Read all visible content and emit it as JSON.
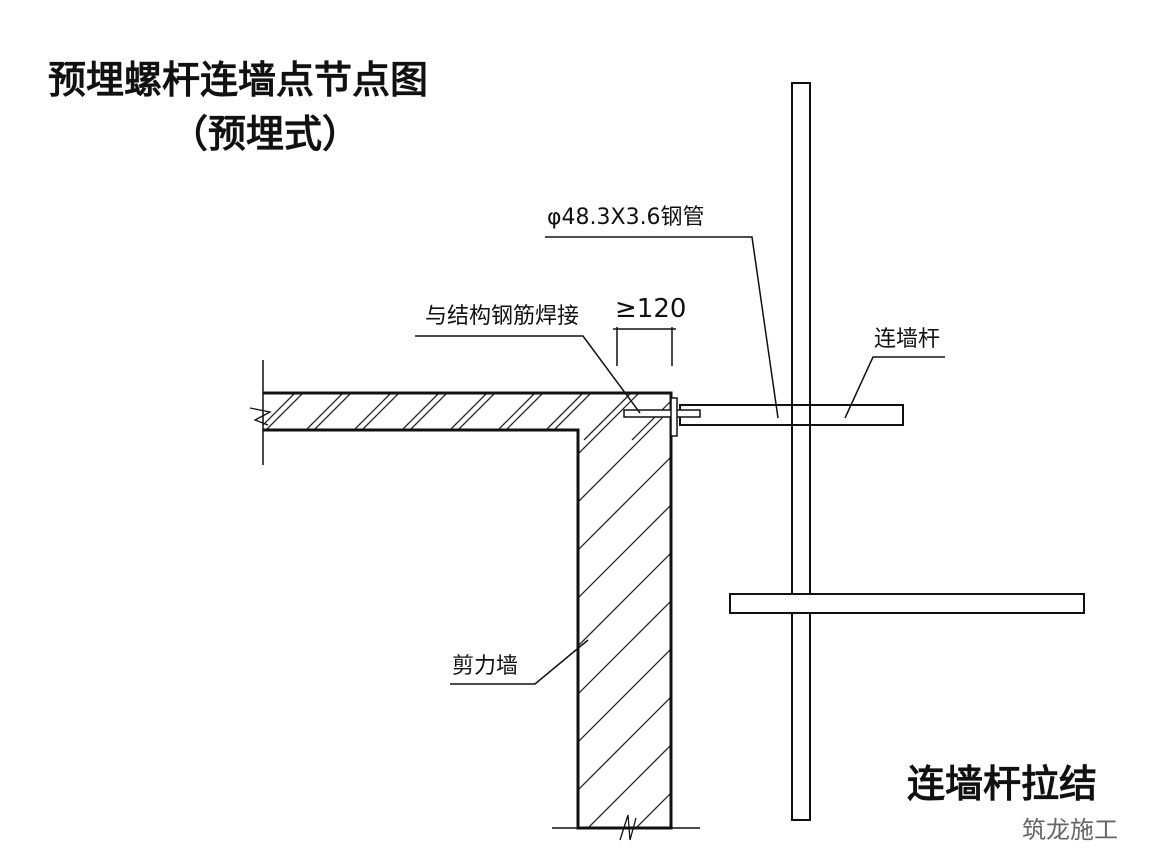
{
  "title": "预埋螺杆连墙点节点图",
  "subtitle": "（预埋式）",
  "labels": {
    "pipe": "φ48.3X3.6钢管",
    "dimension": "≥120",
    "weld": "与结构钢筋焊接",
    "tie_bar": "连墙杆",
    "shear_wall": "剪力墙"
  },
  "caption": "连墙杆拉结",
  "watermark": "筑龙施工"
}
